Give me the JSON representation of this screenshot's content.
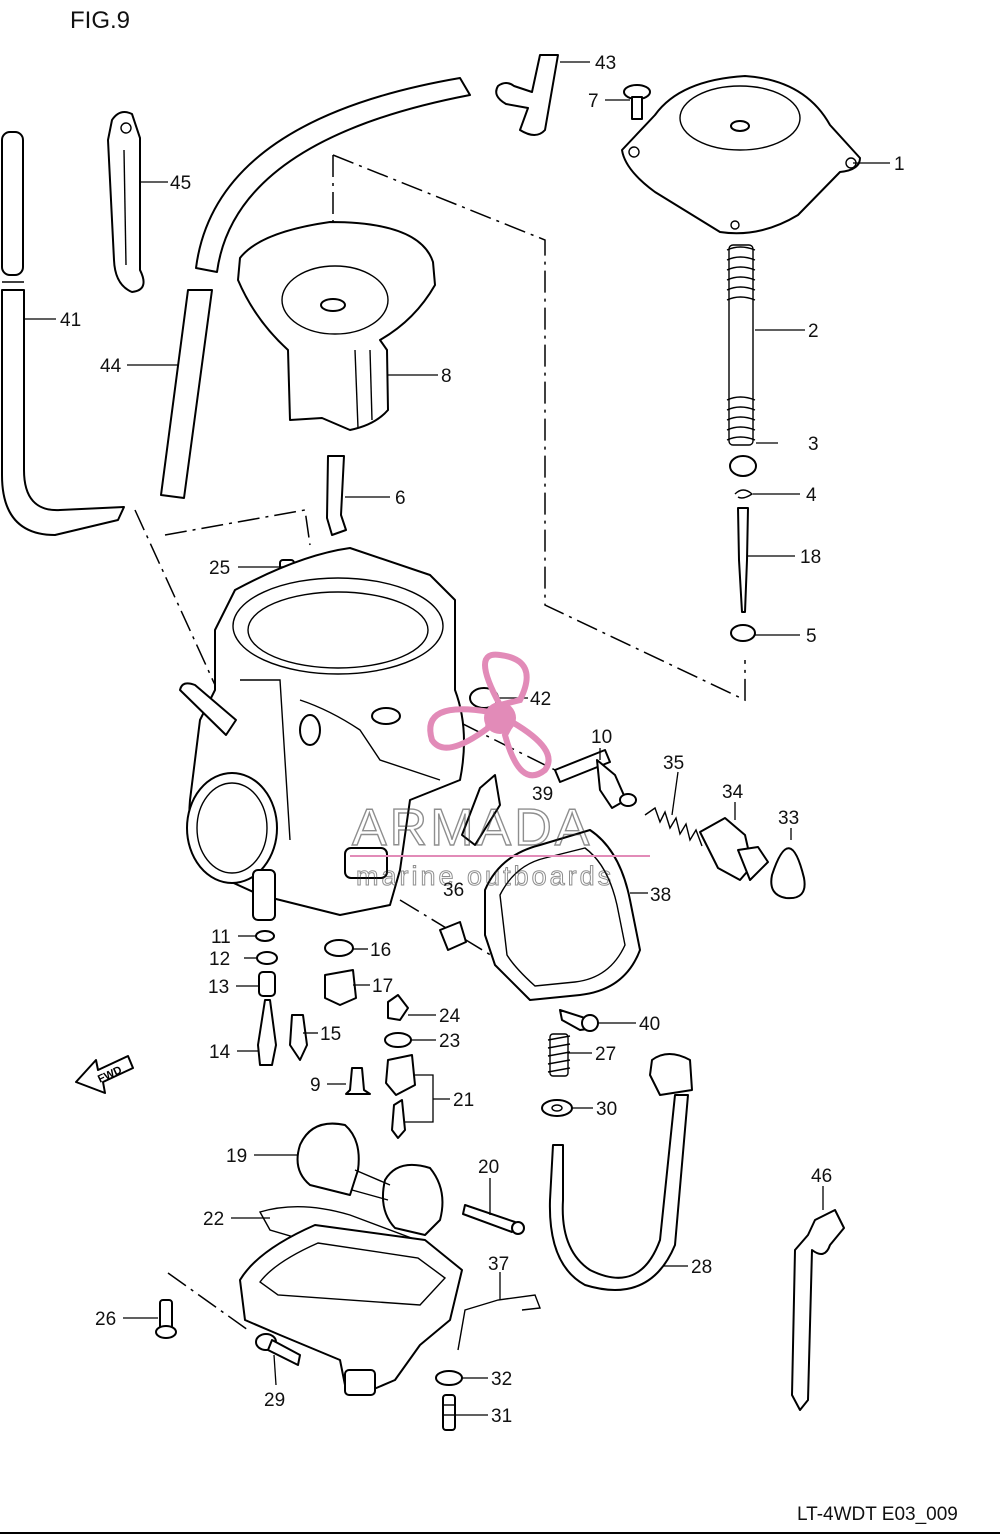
{
  "figure": {
    "title": "FIG.9",
    "code": "LT-4WDT E03_009"
  },
  "watermark": {
    "brand": "ARMADA",
    "tagline": "marine outboards",
    "color": "#e28bb8"
  },
  "fwd_arrow": {
    "label": "FWD"
  },
  "parts": [
    {
      "id": "p1",
      "label": "1"
    },
    {
      "id": "p2",
      "label": "2"
    },
    {
      "id": "p3",
      "label": "3"
    },
    {
      "id": "p4",
      "label": "4"
    },
    {
      "id": "p5",
      "label": "5"
    },
    {
      "id": "p6",
      "label": "6"
    },
    {
      "id": "p7",
      "label": "7"
    },
    {
      "id": "p8",
      "label": "8"
    },
    {
      "id": "p9",
      "label": "9"
    },
    {
      "id": "p10",
      "label": "10"
    },
    {
      "id": "p11",
      "label": "11"
    },
    {
      "id": "p12",
      "label": "12"
    },
    {
      "id": "p13",
      "label": "13"
    },
    {
      "id": "p14",
      "label": "14"
    },
    {
      "id": "p15",
      "label": "15"
    },
    {
      "id": "p16",
      "label": "16"
    },
    {
      "id": "p17",
      "label": "17"
    },
    {
      "id": "p18",
      "label": "18"
    },
    {
      "id": "p19",
      "label": "19"
    },
    {
      "id": "p20",
      "label": "20"
    },
    {
      "id": "p21",
      "label": "21"
    },
    {
      "id": "p22",
      "label": "22"
    },
    {
      "id": "p23",
      "label": "23"
    },
    {
      "id": "p24",
      "label": "24"
    },
    {
      "id": "p25",
      "label": "25"
    },
    {
      "id": "p26",
      "label": "26"
    },
    {
      "id": "p27",
      "label": "27"
    },
    {
      "id": "p28",
      "label": "28"
    },
    {
      "id": "p29",
      "label": "29"
    },
    {
      "id": "p30",
      "label": "30"
    },
    {
      "id": "p31",
      "label": "31"
    },
    {
      "id": "p32",
      "label": "32"
    },
    {
      "id": "p33",
      "label": "33"
    },
    {
      "id": "p34",
      "label": "34"
    },
    {
      "id": "p35",
      "label": "35"
    },
    {
      "id": "p36",
      "label": "36"
    },
    {
      "id": "p37",
      "label": "37"
    },
    {
      "id": "p38",
      "label": "38"
    },
    {
      "id": "p39",
      "label": "39"
    },
    {
      "id": "p40",
      "label": "40"
    },
    {
      "id": "p41",
      "label": "41"
    },
    {
      "id": "p42",
      "label": "42"
    },
    {
      "id": "p43",
      "label": "43"
    },
    {
      "id": "p44",
      "label": "44"
    },
    {
      "id": "p45",
      "label": "45"
    },
    {
      "id": "p46",
      "label": "46"
    }
  ]
}
